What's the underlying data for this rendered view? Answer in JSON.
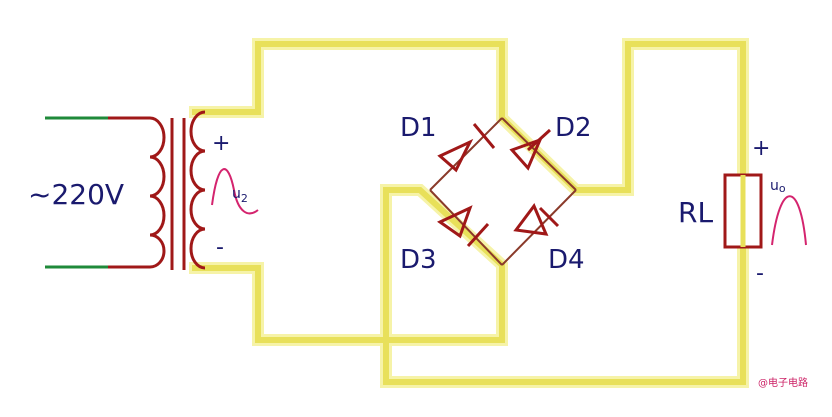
{
  "source": {
    "label": "~220V"
  },
  "secondary": {
    "plus": "+",
    "minus": "-",
    "voltage_main": "u",
    "voltage_sub": "2"
  },
  "diodes": {
    "d1": "D1",
    "d2": "D2",
    "d3": "D3",
    "d4": "D4"
  },
  "load": {
    "label": "RL",
    "plus": "+",
    "minus": "-",
    "voltage_main": "u",
    "voltage_sub": "o"
  },
  "watermark": "@电子电路",
  "colors": {
    "wire": "#e8e25a",
    "wire_glow": "#f8f6b8",
    "wire_core": "#6b2a2a",
    "component": "#a01818",
    "mains": "#1f8a3a",
    "label": "#1a1a6e",
    "waveform": "#d4246e"
  }
}
